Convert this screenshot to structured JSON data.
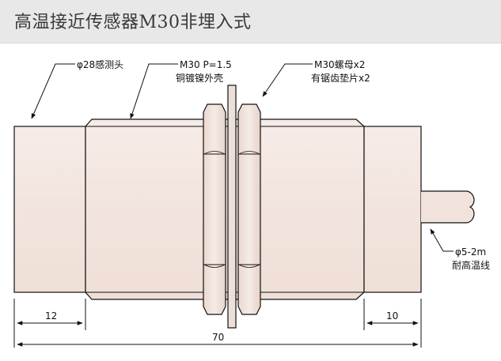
{
  "title": "高温接近传感器M30非埋入式",
  "callouts": {
    "head": "φ28感测头",
    "thread_line1": "M30  P=1.5",
    "thread_line2": "铜镀镍外壳",
    "nut_line1": "M30螺母x2",
    "nut_line2": "有锯齿垫片x2",
    "cable_line1": "φ5-2m",
    "cable_line2": "耐高温线"
  },
  "dimensions": {
    "head_length": "12",
    "tail_length": "10",
    "total_length": "70"
  },
  "colors": {
    "body_fill": "#f3e7e1",
    "shade_fill": "#ead9d0",
    "outline": "#111111",
    "title_bg": "#e8e8e8"
  }
}
